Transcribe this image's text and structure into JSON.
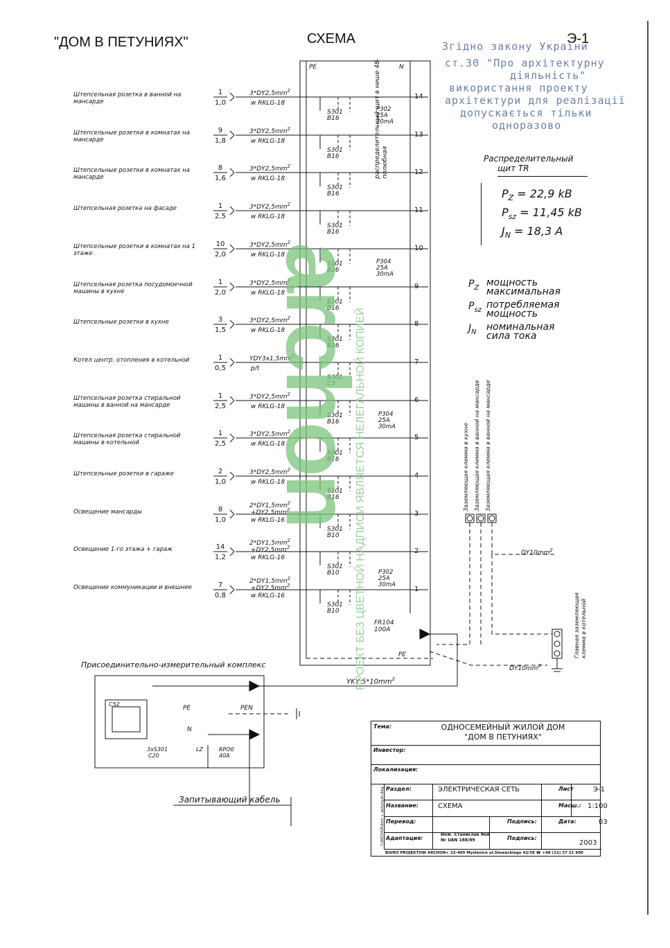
{
  "header": {
    "project_title": "\"ДОМ В ПЕТУНИЯХ\"",
    "scheme_title": "СХЕМА",
    "sheet_code": "Э-1"
  },
  "stamp": {
    "lines": [
      "Згідно закону України",
      "ст.30 \"Про архітектурну",
      "діяльність\"",
      "використання проекту",
      "архітектури для реалізації",
      "допускається тільки",
      "одноразово"
    ]
  },
  "panel": {
    "pe": "PE",
    "n": "N",
    "vertical_label": "распределительный щит в нише 48-полюбная",
    "rcds": [
      {
        "name": "P302",
        "rating": "25A",
        "sens": "30mA"
      },
      {
        "name": "P304",
        "rating": "25A",
        "sens": "30mA"
      },
      {
        "name": "P304",
        "rating": "25A",
        "sens": "30mA"
      },
      {
        "name": "P302",
        "rating": "25A",
        "sens": "30mA"
      }
    ],
    "main_switch": {
      "name": "FR104",
      "rating": "100A"
    },
    "pe_bottom": "PE",
    "main_cable": "YKY 5*10mm",
    "main_cable_sup": "2"
  },
  "circuits": [
    {
      "num": "14",
      "label": "Штепсельная розетка в ванной на мансарде",
      "count": "1",
      "len": "1,0",
      "cable1": "3*DY2,5mm",
      "sup": "2",
      "cable2": "w RKLG-18",
      "breaker": "S301",
      "rating": "B16"
    },
    {
      "num": "13",
      "label": "Штепсельные розетки в комнатах на мансарде",
      "count": "9",
      "len": "1,8",
      "cable1": "3*DY2,5mm",
      "sup": "2",
      "cable2": "w RKLG-18",
      "breaker": "S301",
      "rating": "B16"
    },
    {
      "num": "12",
      "label": "Штепсельные розетки в комнатах на мансарде",
      "count": "8",
      "len": "1,6",
      "cable1": "3*DY2,5mm",
      "sup": "2",
      "cable2": "w RKLG-18",
      "breaker": "S301",
      "rating": "B16"
    },
    {
      "num": "11",
      "label": "Штепсельная розетка на фасаде",
      "count": "1",
      "len": "2,5",
      "cable1": "3*DY2,5mm",
      "sup": "2",
      "cable2": "w RKLG-18",
      "breaker": "S301",
      "rating": "B16"
    },
    {
      "num": "10",
      "label": "Штепсельные розетки в комнатах на 1 этаже",
      "count": "10",
      "len": "2,0",
      "cable1": "3*DY2,5mm",
      "sup": "2",
      "cable2": "w RKLG-18",
      "breaker": "S301",
      "rating": "B16"
    },
    {
      "num": "9",
      "label": "Штепсельная розетка посудомоечной машины в кухне",
      "count": "1",
      "len": "2,0",
      "cable1": "3*DY2,5mm",
      "sup": "2",
      "cable2": "w RKLG-18",
      "breaker": "S301",
      "rating": "B16"
    },
    {
      "num": "8",
      "label": "Штепсельные розетки в кухне",
      "count": "3",
      "len": "1,5",
      "cable1": "3*DY2,5mm",
      "sup": "2",
      "cable2": "w RKLG-18",
      "breaker": "S301",
      "rating": "B16"
    },
    {
      "num": "7",
      "label": "Котел центр. отопления в котельной",
      "count": "1",
      "len": "0,5",
      "cable1": "YDY3x1,5mm",
      "sup": "2",
      "cable2": "p/t",
      "breaker": "S301",
      "rating": "C3"
    },
    {
      "num": "6",
      "label": "Штепсельная розетка стиральной машины в ванной на мансарде",
      "count": "1",
      "len": "2,5",
      "cable1": "3*DY2,5mm",
      "sup": "2",
      "cable2": "w RKLG-18",
      "breaker": "S301",
      "rating": "B16"
    },
    {
      "num": "5",
      "label": "Штепсельная розетка стиральной машины в котельной",
      "count": "1",
      "len": "2,5",
      "cable1": "3*DY2,5mm",
      "sup": "2",
      "cable2": "w RKLG-18",
      "breaker": "S301",
      "rating": "B16"
    },
    {
      "num": "4",
      "label": "Штепсельные розетки в гараже",
      "count": "2",
      "len": "1,0",
      "cable1": "3*DY2,5mm",
      "sup": "2",
      "cable2": "w RKLG-18",
      "breaker": "S301",
      "rating": "B16"
    },
    {
      "num": "3",
      "label": "Освещение мансарды",
      "count": "8",
      "len": "1,0",
      "cable1": "2*DY1,5mm",
      "sup": "2",
      "cable1b": "+DY2,5mm",
      "cable2": "w RKLG-16",
      "breaker": "S301",
      "rating": "B10"
    },
    {
      "num": "2",
      "label": "Освещение 1-го этажа + гараж",
      "count": "14",
      "len": "1,2",
      "cable1": "2*DY1,5mm",
      "sup": "2",
      "cable1b": "+DY2,5mm",
      "cable2": "w RKLG-16",
      "breaker": "S301",
      "rating": "B10"
    },
    {
      "num": "1",
      "label": "Освещение коммуникации и внешнее",
      "count": "7",
      "len": "0,8",
      "cable1": "2*DY1,5mm",
      "sup": "2",
      "cable1b": "+DY2,5mm",
      "cable2": "w RKLG-16",
      "breaker": "S301",
      "rating": "B10"
    }
  ],
  "board_info": {
    "title_line1": "Распределительный",
    "title_line2": "щит TR",
    "pz": "= 22,9 kB",
    "psz": "= 11,45 kB",
    "jn": "= 18,3 A"
  },
  "legend": [
    {
      "sym": "P",
      "sub": "Z",
      "text1": "мощность",
      "text2": "максимальная"
    },
    {
      "sym": "P",
      "sub": "sz",
      "text1": "потребляемая",
      "text2": "мощность"
    },
    {
      "sym": "J",
      "sub": "N",
      "text1": "номинальная",
      "text2": "сила тока"
    }
  ],
  "grounding": {
    "clamps": [
      "Заземляющая клемма в кухне",
      "Заземляющая клемма в ванной на мансарде",
      "Заземляющая клемма в ванной на мансарде"
    ],
    "cable_top": "DY10mm",
    "cable_bottom": "DY10mm",
    "main_clamp": "Главная заземляющая клемма в котельной"
  },
  "metering": {
    "title": "Присоединительно-измерительный комплекс",
    "meter": "C52",
    "pe": "PE",
    "n": "N",
    "pen": "PEN",
    "breakers": "3xS301",
    "breakers2": "C20",
    "lz": "LZ",
    "fuse": "RPO0",
    "fuse2": "40A",
    "supply": "Запитывающий кабель"
  },
  "title_block": {
    "tema_label": "Тема:",
    "tema1": "ОДНОСЕМЕЙНЫЙ ЖИЛОЙ ДОМ",
    "tema2": "\"ДОМ В ПЕТУНИЯХ\"",
    "investor_label": "Инвестор:",
    "location_label": "Локализация:",
    "section_label": "Раздел:",
    "section": "ЭЛЕКТРИЧЕСКАЯ СЕТЬ",
    "sheet_label": "Лист",
    "sheet": "Э-1",
    "name_label": "Название:",
    "name": "СХЕМА",
    "scale_label": "Масш.:",
    "scale": "1:100",
    "designer_label": "Перевод:",
    "designer1": "Инж. Станислав Яня",
    "designer2": "Nr UAN 188/89",
    "sign_label": "Подпись:",
    "date_label": "Дата:",
    "date1": "03",
    "date2": "2003",
    "adapt_label": "Адаптация:",
    "sign2_label": "Подпись:",
    "side": "Y:\\ARCHIVE\\dom_v_petuniyah.dwg",
    "footer": "BIURO PROJEKTOW ARCHON+ 32-400 Myślenice ul.Słowackiego 42/38 ☎ +48 (12) 37 21 900"
  },
  "watermark": {
    "logo": "archon",
    "note": "ПРОЕКТ БЕЗ ЦВЕТНОЙ НАДПИСИ ЯВЛЯЕТСЯ НЕЛЕГАЛЬНОЙ КОПИЕЙ"
  }
}
